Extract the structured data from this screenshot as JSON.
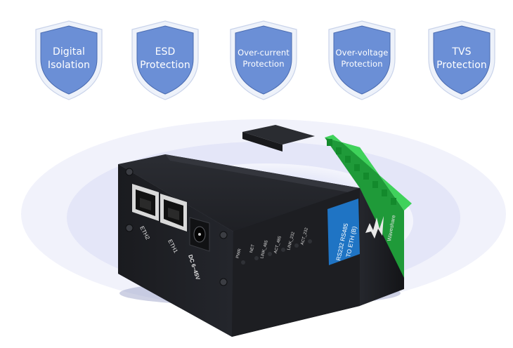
{
  "features": [
    {
      "line1": "Digital",
      "line2": "Isolation",
      "icon": "shield-icon"
    },
    {
      "line1": "ESD",
      "line2": "Protection",
      "icon": "shield-icon"
    },
    {
      "line1": "Over-current",
      "line2": "Protection",
      "icon": "shield-icon"
    },
    {
      "line1": "Over-voltage",
      "line2": "Protection",
      "icon": "shield-icon"
    },
    {
      "line1": "TVS",
      "line2": "Protection",
      "icon": "shield-icon"
    }
  ],
  "device": {
    "ports": [
      "ETH2",
      "ETH1"
    ],
    "power_label": "DC 6~45V",
    "leds": [
      "PWR",
      "NET",
      "LINK_485",
      "ACT_485",
      "LINK_232",
      "ACT_232"
    ],
    "label_line1": "RS232 RS485",
    "label_line2": "TO    ETH (B)",
    "brand": "Waveshare"
  },
  "colors": {
    "shield_fill": "#6b8fd6",
    "shield_ring": "#e9eef8",
    "shield_edge": "#3f5f9c",
    "device_body": "#1c1d21",
    "label_blue": "#1f74c4",
    "terminal_green": "#2fbf4a",
    "halo": "#d6daf6"
  }
}
